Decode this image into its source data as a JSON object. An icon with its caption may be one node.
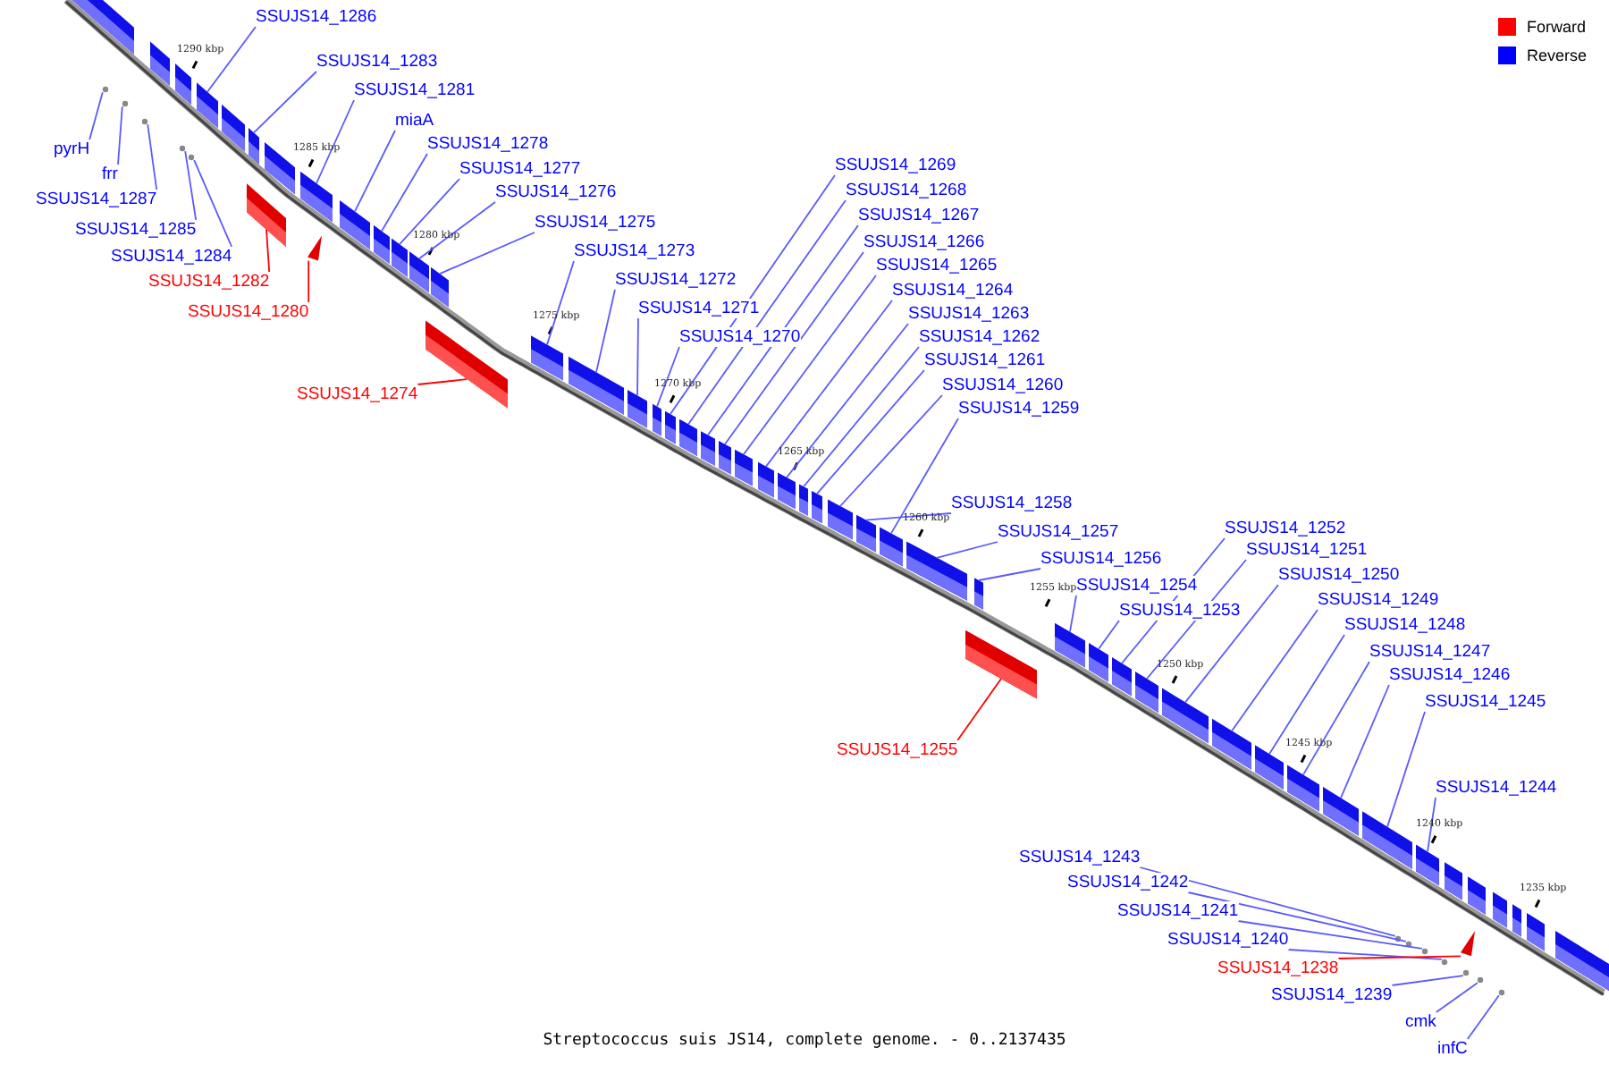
{
  "diagram": {
    "caption": "Streptococcus suis JS14, complete genome. - 0..2137435",
    "nodes": [
      {
        "text": [
          "SSUJS14_1286"
        ]
      },
      {
        "text": [
          "SSUJS14_1283"
        ]
      },
      {
        "text": [
          "SSUJS14_1281"
        ]
      },
      {
        "text": [
          "miaA"
        ]
      },
      {
        "text": [
          "SSUJS14_1278"
        ]
      },
      {
        "text": [
          "pyrH"
        ]
      },
      {
        "text": [
          "SSUJS14_1269"
        ]
      },
      {
        "text": [
          "SSUJS14_1277"
        ]
      },
      {
        "text": [
          "frr"
        ]
      },
      {
        "text": [
          "SSUJS14_1268"
        ]
      },
      {
        "text": [
          "SSUJS14_1276"
        ]
      },
      {
        "text": [
          "SSUJS14_1287"
        ]
      },
      {
        "text": [
          "SSUJS14_1267"
        ]
      },
      {
        "text": [
          "SSUJS14_1275"
        ]
      },
      {
        "text": [
          "SSUJS14_1285"
        ]
      },
      {
        "text": [
          "SSUJS14_1266"
        ]
      },
      {
        "text": [
          "SSUJS14_1273"
        ]
      },
      {
        "text": [
          "SSUJS14_1284"
        ]
      },
      {
        "text": [
          "SSUJS14_1265"
        ]
      },
      {
        "text": [
          "SSUJS14_1272"
        ]
      },
      {
        "text": [
          "SSUJS14_1282"
        ]
      },
      {
        "text": [
          "SSUJS14_1264"
        ]
      },
      {
        "text": [
          "SSUJS14_1271"
        ]
      },
      {
        "text": [
          "SSUJS14_1280"
        ]
      },
      {
        "text": [
          "SSUJS14_1263"
        ]
      },
      {
        "text": [
          "SSUJS14_1270"
        ]
      },
      {
        "text": [
          "SSUJS14_1262"
        ]
      },
      {
        "text": [
          "SSUJS14_1261"
        ]
      },
      {
        "text": [
          "SSUJS14_1260"
        ]
      },
      {
        "text": [
          "SSUJS14_1274"
        ]
      },
      {
        "text": [
          "SSUJS14_1259"
        ]
      },
      {
        "text": [
          "SSUJS14_1258"
        ]
      },
      {
        "text": [
          "SSUJS14_1252"
        ]
      },
      {
        "text": [
          "SSUJS14_1257"
        ]
      },
      {
        "text": [
          "SSUJS14_1251"
        ]
      },
      {
        "text": [
          "SSUJS14_1256"
        ]
      },
      {
        "text": [
          "SSUJS14_1250"
        ]
      },
      {
        "text": [
          "SSUJS14_1254"
        ]
      },
      {
        "text": [
          "SSUJS14_1249"
        ]
      },
      {
        "text": [
          "SSUJS14_1253"
        ]
      },
      {
        "text": [
          "SSUJS14_1248"
        ]
      },
      {
        "text": [
          "SSUJS14_1247"
        ]
      },
      {
        "text": [
          "SSUJS14_1246"
        ]
      },
      {
        "text": [
          "SSUJS14_1245"
        ]
      },
      {
        "text": [
          "SSUJS14_1255"
        ]
      },
      {
        "text": [
          "SSUJS14_1244"
        ]
      },
      {
        "text": [
          "SSUJS14_1243"
        ]
      },
      {
        "text": [
          "SSUJS14_1242"
        ]
      },
      {
        "text": [
          "SSUJS14_1241"
        ]
      },
      {
        "text": [
          "SSUJS14_1240"
        ]
      },
      {
        "text": [
          "SSUJS14_1238"
        ]
      },
      {
        "text": [
          "SSUJS14_1239"
        ]
      },
      {
        "text": [
          "cmk"
        ]
      },
      {
        "text": [
          "infC"
        ]
      },
      {
        "text": [],
        "shape": "bar"
      },
      {
        "text": [],
        "shape": "bar"
      },
      {
        "text": [],
        "shape": "bar"
      },
      {
        "text": [],
        "shape": "bar"
      },
      {
        "text": [],
        "shape": "bar"
      },
      {
        "text": [],
        "shape": "circle"
      },
      {
        "text": [],
        "shape": "bar"
      },
      {
        "text": [],
        "shape": "bar"
      },
      {
        "text": [],
        "shape": "circle"
      },
      {
        "text": [],
        "shape": "bar"
      },
      {
        "text": [],
        "shape": "bar"
      },
      {
        "text": [],
        "shape": "circle"
      },
      {
        "text": [],
        "shape": "bar"
      },
      {
        "text": [],
        "shape": "bar"
      },
      {
        "text": [],
        "shape": "circle"
      },
      {
        "text": [],
        "shape": "bar"
      },
      {
        "text": [],
        "shape": "bar"
      },
      {
        "text": [],
        "shape": "circle"
      },
      {
        "text": [],
        "shape": "bar"
      },
      {
        "text": [],
        "shape": "bar"
      },
      {
        "text": [],
        "shape": "bar"
      },
      {
        "text": [],
        "shape": "bar"
      },
      {
        "text": [],
        "shape": "bar"
      },
      {
        "text": [],
        "shape": "triangle"
      },
      {
        "text": [],
        "shape": "bar"
      },
      {
        "text": [],
        "shape": "bar"
      },
      {
        "text": [],
        "shape": "bar"
      },
      {
        "text": [],
        "shape": "bar"
      },
      {
        "text": [],
        "shape": "bar"
      },
      {
        "text": [],
        "shape": "bar"
      },
      {
        "text": [],
        "shape": "bar"
      },
      {
        "text": [],
        "shape": "bar"
      },
      {
        "text": [],
        "shape": "bar"
      },
      {
        "text": [],
        "shape": "bar"
      },
      {
        "text": [],
        "shape": "bar"
      },
      {
        "text": [],
        "shape": "bar"
      },
      {
        "text": [],
        "shape": "bar"
      },
      {
        "text": [],
        "shape": "bar"
      },
      {
        "text": [],
        "shape": "bar"
      },
      {
        "text": [],
        "shape": "bar"
      },
      {
        "text": [],
        "shape": "bar"
      },
      {
        "text": [],
        "shape": "bar"
      },
      {
        "text": [],
        "shape": "bar"
      },
      {
        "text": [],
        "shape": "bar"
      },
      {
        "text": [],
        "shape": "bar"
      },
      {
        "text": [],
        "shape": "bar"
      },
      {
        "text": [],
        "shape": "circle"
      },
      {
        "text": [],
        "shape": "circle"
      },
      {
        "text": [],
        "shape": "circle"
      },
      {
        "text": [],
        "shape": "circle"
      },
      {
        "text": [],
        "shape": "triangle"
      },
      {
        "text": [],
        "shape": "circle"
      },
      {
        "text": [],
        "shape": "circle"
      },
      {
        "text": [],
        "shape": "circle"
      },
      {
        "text": [],
        "shape": "bar"
      },
      {
        "text": [],
        "shape": "bar"
      },
      {
        "text": [],
        "shape": "bar"
      },
      {
        "text": [],
        "shape": "bar"
      },
      {
        "text": [],
        "shape": "bar"
      },
      {
        "text": [],
        "shape": "bar"
      },
      {
        "text": [],
        "shape": "bar"
      },
      {
        "text": [],
        "shape": "bar"
      },
      {
        "text": [],
        "shape": "bar"
      },
      {
        "text": [],
        "shape": "bar"
      },
      {
        "text": [],
        "shape": "bar"
      }
    ],
    "edges": [
      {
        "from": 0,
        "to": 54,
        "arrow": "none"
      },
      {
        "from": 1,
        "to": 55,
        "arrow": "none"
      },
      {
        "from": 2,
        "to": 56,
        "arrow": "none"
      },
      {
        "from": 3,
        "to": 57,
        "arrow": "none"
      },
      {
        "from": 4,
        "to": 58,
        "arrow": "none"
      },
      {
        "from": 5,
        "to": 59,
        "arrow": "none"
      },
      {
        "from": 6,
        "to": 60,
        "arrow": "none"
      },
      {
        "from": 7,
        "to": 61,
        "arrow": "none"
      },
      {
        "from": 8,
        "to": 62,
        "arrow": "none"
      },
      {
        "from": 9,
        "to": 63,
        "arrow": "none"
      },
      {
        "from": 10,
        "to": 64,
        "arrow": "none"
      },
      {
        "from": 11,
        "to": 65,
        "arrow": "none"
      },
      {
        "from": 12,
        "to": 66,
        "arrow": "none"
      },
      {
        "from": 13,
        "to": 67,
        "arrow": "none"
      },
      {
        "from": 14,
        "to": 68,
        "arrow": "none"
      },
      {
        "from": 15,
        "to": 69,
        "arrow": "none"
      },
      {
        "from": 16,
        "to": 70,
        "arrow": "none"
      },
      {
        "from": 17,
        "to": 71,
        "arrow": "none"
      },
      {
        "from": 18,
        "to": 72,
        "arrow": "none"
      },
      {
        "from": 19,
        "to": 73,
        "arrow": "none"
      },
      {
        "from": 20,
        "to": 74,
        "arrow": "none",
        "color": "#ff0000"
      },
      {
        "from": 21,
        "to": 75,
        "arrow": "none"
      },
      {
        "from": 22,
        "to": 76,
        "arrow": "none"
      },
      {
        "from": 23,
        "to": 77,
        "arrow": "none",
        "color": "#ff0000"
      },
      {
        "from": 24,
        "to": 78,
        "arrow": "none"
      },
      {
        "from": 25,
        "to": 79,
        "arrow": "none"
      },
      {
        "from": 26,
        "to": 80,
        "arrow": "none"
      },
      {
        "from": 27,
        "to": 81,
        "arrow": "none"
      },
      {
        "from": 28,
        "to": 82,
        "arrow": "none"
      },
      {
        "from": 29,
        "to": 83,
        "arrow": "none",
        "color": "#ff0000"
      },
      {
        "from": 30,
        "to": 84,
        "arrow": "none"
      },
      {
        "from": 31,
        "to": 85,
        "arrow": "none"
      },
      {
        "from": 32,
        "to": 86,
        "arrow": "none"
      },
      {
        "from": 33,
        "to": 87,
        "arrow": "none"
      },
      {
        "from": 34,
        "to": 88,
        "arrow": "none"
      },
      {
        "from": 35,
        "to": 89,
        "arrow": "none"
      },
      {
        "from": 36,
        "to": 90,
        "arrow": "none"
      },
      {
        "from": 37,
        "to": 91,
        "arrow": "none"
      },
      {
        "from": 38,
        "to": 92,
        "arrow": "none"
      },
      {
        "from": 39,
        "to": 93,
        "arrow": "none"
      },
      {
        "from": 40,
        "to": 94,
        "arrow": "none"
      },
      {
        "from": 41,
        "to": 95,
        "arrow": "none"
      },
      {
        "from": 42,
        "to": 96,
        "arrow": "none"
      },
      {
        "from": 43,
        "to": 97,
        "arrow": "none"
      },
      {
        "from": 44,
        "to": 98,
        "arrow": "none",
        "color": "#ff0000"
      },
      {
        "from": 45,
        "to": 99,
        "arrow": "none"
      },
      {
        "from": 46,
        "to": 100,
        "arrow": "none"
      },
      {
        "from": 47,
        "to": 101,
        "arrow": "none"
      },
      {
        "from": 48,
        "to": 102,
        "arrow": "none"
      },
      {
        "from": 49,
        "to": 103,
        "arrow": "none"
      },
      {
        "from": 50,
        "to": 104,
        "arrow": "none",
        "color": "#ff0000"
      },
      {
        "from": 51,
        "to": 105,
        "arrow": "none"
      },
      {
        "from": 52,
        "to": 106,
        "arrow": "none"
      },
      {
        "from": 53,
        "to": 107,
        "arrow": "none"
      }
    ],
    "labels": [
      "1290 kbp",
      "1285 kbp",
      "1280 kbp",
      "1275 kbp",
      "1270 kbp",
      "1265 kbp",
      "1260 kbp",
      "1255 kbp",
      "1250 kbp",
      "1245 kbp",
      "1240 kbp",
      "1235 kbp"
    ],
    "legend": [
      {
        "text": "Forward",
        "color": "#ff0000"
      },
      {
        "text": "Reverse",
        "color": "#0000ff"
      }
    ]
  }
}
